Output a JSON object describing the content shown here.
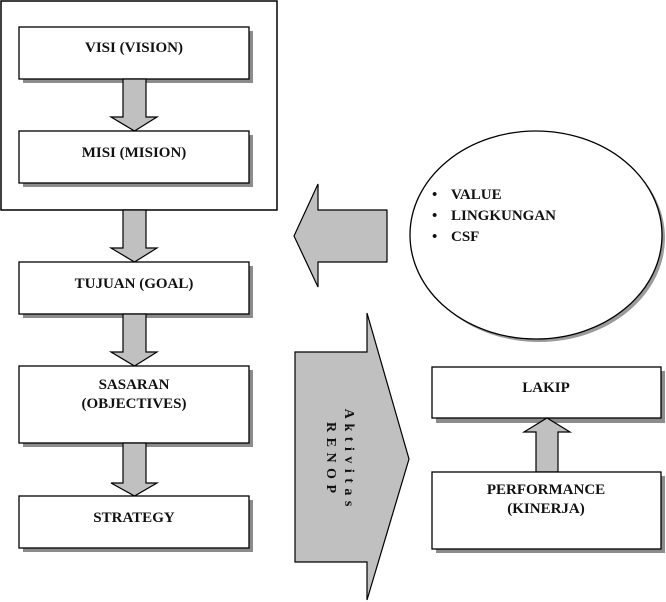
{
  "diagram": {
    "left_column": {
      "group_label": "vision-mission-group",
      "boxes": [
        {
          "id": "visi",
          "lines": [
            "VISI (VISION)"
          ]
        },
        {
          "id": "misi",
          "lines": [
            "MISI (MISION)"
          ]
        },
        {
          "id": "tujuan",
          "lines": [
            "TUJUAN (GOAL)"
          ]
        },
        {
          "id": "sasaran",
          "lines": [
            "SASARAN",
            "(OBJECTIVES)"
          ]
        },
        {
          "id": "strategy",
          "lines": [
            "STRATEGY"
          ]
        }
      ]
    },
    "ellipse": {
      "bullet": "•",
      "items": [
        "VALUE",
        "LINGKUNGAN",
        "CSF"
      ]
    },
    "big_arrow": {
      "lines": [
        "A k t i v i t a s",
        "R E N O P"
      ]
    },
    "right_column": {
      "boxes": [
        {
          "id": "lakip",
          "lines": [
            "LAKIP"
          ]
        },
        {
          "id": "performance",
          "lines": [
            "PERFORMANCE",
            "(KINERJA)"
          ]
        }
      ]
    },
    "colors": {
      "arrow_fill": "#c0c0c0",
      "shadow": "#8c8c8c",
      "stroke": "#000000",
      "background": "#ffffff"
    }
  }
}
